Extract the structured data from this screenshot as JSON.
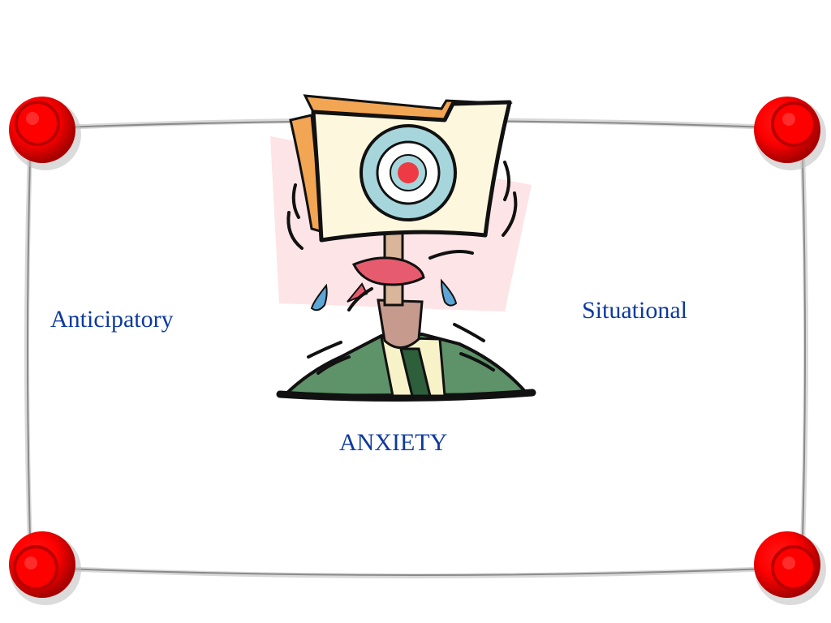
{
  "labels": {
    "left": "Anticipatory",
    "right": "Situational",
    "bottom": "ANXIETY"
  },
  "colors": {
    "text": "#0d3a9e",
    "pin": "#ff0000",
    "pin_dark": "#a00000",
    "frame_line": "#9a9a9a"
  },
  "illustration": "clipart-anxious-man-with-target-head-icon",
  "frame_pins": "red-thumbtack-icon"
}
